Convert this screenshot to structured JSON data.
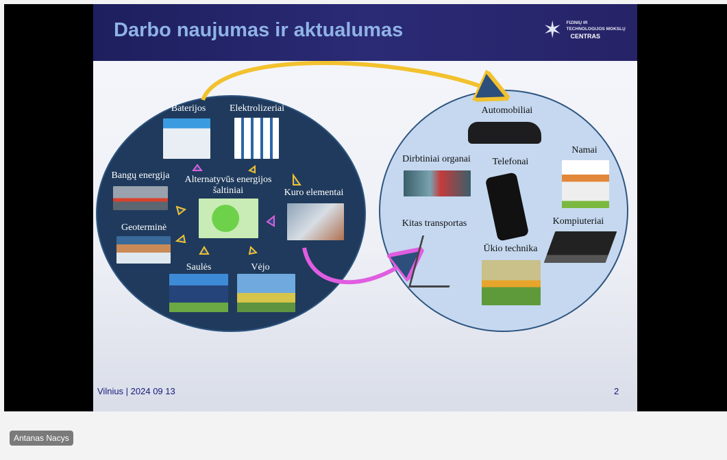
{
  "slide": {
    "title": "Darbo naujumas ir aktualumas",
    "logo": {
      "line1": "FIZINIŲ IR",
      "line2": "TECHNOLOGIJOS MOKSLŲ",
      "line3": "CENTRAS"
    },
    "left_circle": {
      "center_label_1": "Alternatyvūs energijos",
      "center_label_2": "šaltiniai",
      "items": [
        "Baterijos",
        "Elektrolizeriai",
        "Bangų energija",
        "Kuro elementai",
        "Geoterminė",
        "Saulės",
        "Vėjo"
      ]
    },
    "right_circle": {
      "items": [
        "Automobiliai",
        "Namai",
        "Dirbtiniai organai",
        "Telefonai",
        "Kitas transportas",
        "Kompiuteriai",
        "Ūkio technika"
      ]
    },
    "footer": {
      "location_date": "Vilnius | 2024 09 13",
      "page": "2"
    }
  },
  "participant": {
    "name": "Antanas Nacys"
  },
  "colors": {
    "header": "#262367",
    "title": "#8fb3e6",
    "left_circle": "#1f3a5c",
    "right_circle": "#c5d8ef",
    "arrow_yellow": "#f2c12e",
    "arrow_pink": "#e05de0"
  }
}
